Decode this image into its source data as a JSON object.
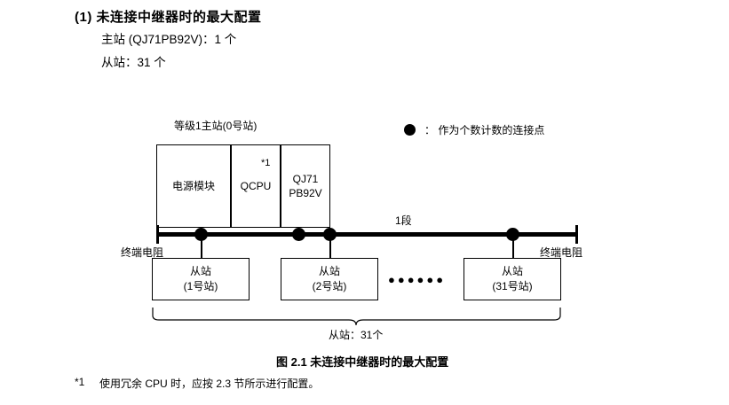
{
  "heading": "(1) 未连接中继器时的最大配置",
  "spec": {
    "master": "主站 (QJ71PB92V)：1 个",
    "slave": "从站：31 个"
  },
  "diagram": {
    "master_title": "等级1主站(0号站)",
    "legend": "： 作为个数计数的连接点",
    "units": {
      "power": "电源模块",
      "cpu": "QCPU",
      "pb92v_line1": "QJ71",
      "pb92v_line2": "PB92V",
      "star_note": "*1"
    },
    "terminal_left": "终端电阻",
    "terminal_right": "终端电阻",
    "segment_label": "1段",
    "slaves": [
      {
        "name": "从站",
        "station": "(1号站)"
      },
      {
        "name": "从站",
        "station": "(2号站)"
      },
      {
        "name": "从站",
        "station": "(31号站)"
      }
    ],
    "ellipsis": "●●●●●●",
    "brace_label": "从站：31个"
  },
  "figure_caption": "图 2.1  未连接中继器时的最大配置",
  "footnote_mark": "*1",
  "footnote_text": "使用冗余 CPU 时，应按 2.3 节所示进行配置。"
}
